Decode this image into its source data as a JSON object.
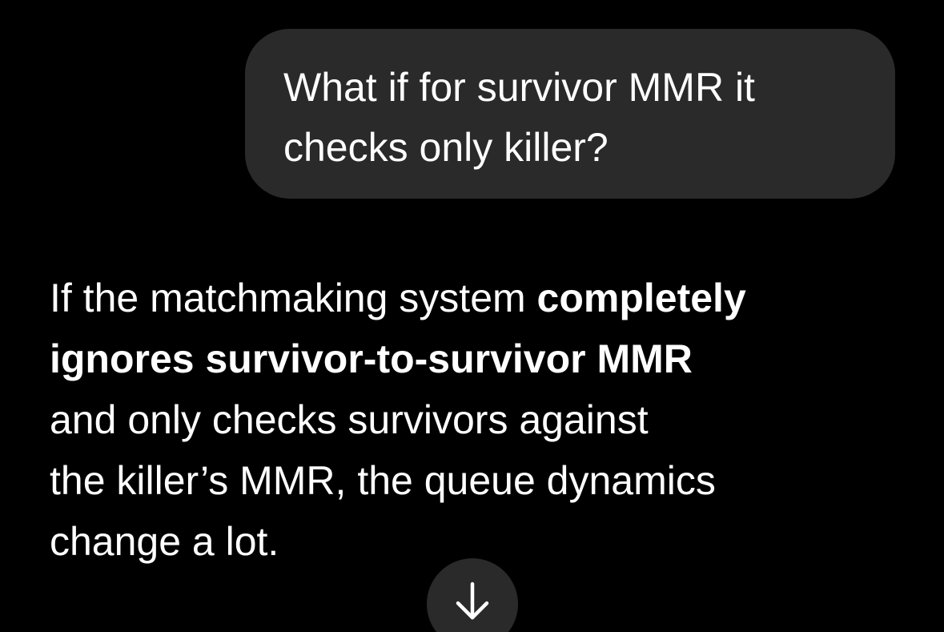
{
  "conversation": {
    "user_message": {
      "line1": "What if for survivor MMR it",
      "line2": "checks only killer?"
    },
    "assistant_message": {
      "line1_plain": "If the matchmaking system ",
      "line1_bold": "completely",
      "line2_bold": "ignores survivor-to-survivor MMR",
      "line3": "and only checks survivors against",
      "line4": "the killer’s MMR, the queue dynamics",
      "line5": "change a lot."
    }
  },
  "scroll_button": {
    "icon": "arrow-down-icon"
  },
  "colors": {
    "background": "#000000",
    "bubble": "#2a2a2a",
    "text": "#ffffff"
  }
}
